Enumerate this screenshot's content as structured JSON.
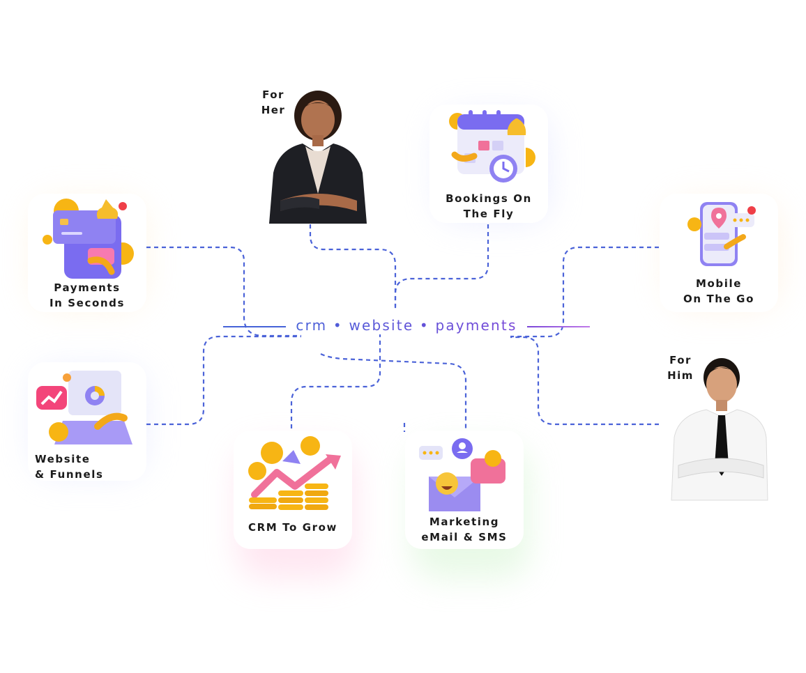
{
  "diagram": {
    "center": "crm • website • payments",
    "for_her": "For\nHer",
    "for_him": "For\nHim",
    "cards": [
      {
        "id": "payments",
        "label": "Payments\nIn Seconds",
        "icon": "payment-card-icon"
      },
      {
        "id": "website",
        "label": "Website\n& Funnels",
        "icon": "website-chart-icon"
      },
      {
        "id": "crm",
        "label": "CRM To Grow",
        "icon": "growth-coins-icon"
      },
      {
        "id": "marketing",
        "label": "Marketing\neMail & SMS",
        "icon": "email-envelope-icon"
      },
      {
        "id": "bookings",
        "label": "Bookings On\nThe Fly",
        "icon": "calendar-clock-icon"
      },
      {
        "id": "mobile",
        "label": "Mobile\nOn The Go",
        "icon": "mobile-map-icon"
      }
    ]
  },
  "colors": {
    "connector": "#4a62d8",
    "accent_blue": "#4662d8",
    "accent_purple": "#7a46d8",
    "coin_gold": "#f5b418",
    "card_pink": "#f0719a",
    "card_lilac": "#9b8cf0"
  }
}
